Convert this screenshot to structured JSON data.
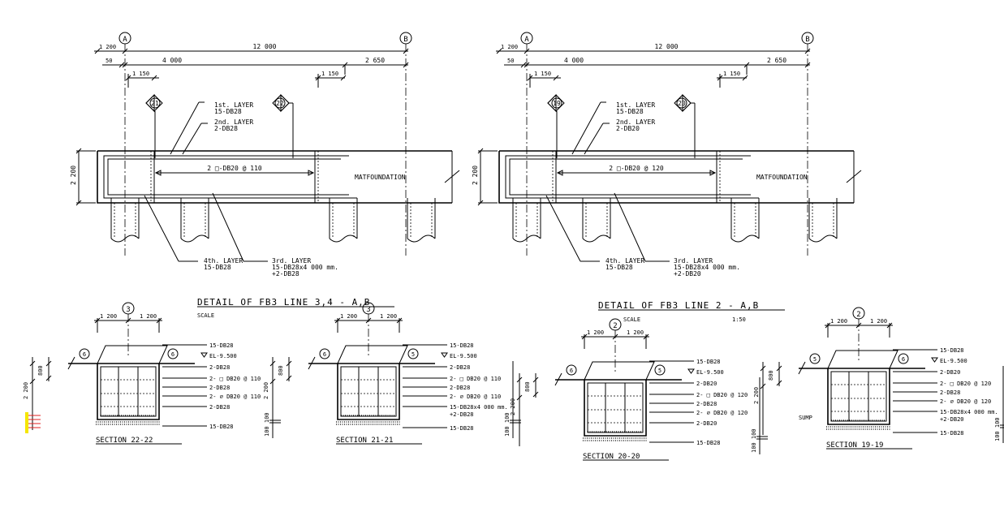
{
  "elevations": [
    {
      "grid_a": "A",
      "grid_b": "B",
      "dim_total": "12 000",
      "dim_left_overhang": "1 200",
      "dim_50": "50",
      "dim_4000": "4 000",
      "dim_2650": "2 650",
      "dim_1150_left": "1 150",
      "dim_1150_right": "1 150",
      "dim_height": "2 200",
      "marker_left": "21",
      "marker_right": "22",
      "layer1": "1st. LAYER",
      "layer1_bar": "15-DB28",
      "layer2": "2nd. LAYER",
      "layer2_bar": "2-DB28",
      "stirrup": "2 □-DB20 @ 110",
      "mat": "MATFOUNDATION",
      "layer4": "4th. LAYER",
      "layer4_bar": "15-DB28",
      "layer3": "3rd. LAYER",
      "layer3_bar": "15-DB28x4 000 mm.",
      "layer3_extra": "+2-DB28",
      "title": "DETAIL  OF  FB3  LINE  3,4 - A,B",
      "scale": "SCALE"
    },
    {
      "grid_a": "A",
      "grid_b": "B",
      "dim_total": "12 000",
      "dim_left_overhang": "1 200",
      "dim_50": "50",
      "dim_4000": "4 000",
      "dim_2650": "2 650",
      "dim_1150_left": "1 150",
      "dim_1150_right": "1 150",
      "dim_height": "2 200",
      "marker_left": "19",
      "marker_right": "20",
      "layer1": "1st. LAYER",
      "layer1_bar": "15-DB28",
      "layer2": "2nd. LAYER",
      "layer2_bar": "2-DB20",
      "stirrup": "2 □-DB20 @ 120",
      "mat": "MATFOUNDATION",
      "layer4": "4th. LAYER",
      "layer4_bar": "15-DB28",
      "layer3": "3rd. LAYER",
      "layer3_bar": "15-DB28x4 000 mm.",
      "layer3_extra": "+2-DB20",
      "title": "DETAIL  OF  FB3  LINE  2 - A,B",
      "scale": "SCALE",
      "scale_value": "1:50"
    }
  ],
  "sections": [
    {
      "title": "SECTION      22-22",
      "grid": "3",
      "dim_l": "1 200",
      "dim_r": "1 200",
      "left_dim_outer": "2 200",
      "left_dim_inner": "800",
      "bottom_dim": "100 100",
      "grid_l": "6",
      "grid_r": "6",
      "labels": [
        "15-DB28",
        "EL-9.500",
        "2-DB28",
        "2- □ DB20 @ 110",
        "2-DB28",
        "2- ∅ DB20 @ 110",
        "2-DB28",
        "15-DB28"
      ]
    },
    {
      "title": "SECTION      21-21",
      "grid": "3",
      "dim_l": "1 200",
      "dim_r": "1 200",
      "left_dim_outer": "2 200",
      "left_dim_inner": "800",
      "bottom_dim": "100 100",
      "grid_l": "6",
      "grid_r": "5",
      "labels": [
        "15-DB28",
        "EL-9.500",
        "2-DB28",
        "2- □ DB20 @ 110",
        "2-DB28",
        "2- ∅ DB20 @ 110",
        "15-DB28x4 000 mm.",
        "+2-DB28",
        "15-DB28"
      ]
    },
    {
      "title": "SECTION      20-20",
      "grid": "2",
      "dim_l": "1 200",
      "dim_r": "1 200",
      "left_dim_outer": "2 200",
      "left_dim_inner": "800",
      "bottom_dim": "100 100",
      "grid_l": "6",
      "grid_r": "5",
      "labels": [
        "15-DB28",
        "EL-9.500",
        "2-DB20",
        "2- □ DB20 @ 120",
        "2-DB28",
        "2- ∅ DB20 @ 120",
        "2-DB20",
        "15-DB28"
      ]
    },
    {
      "title": "SECTION      19-19",
      "grid": "2",
      "dim_l": "1 200",
      "dim_r": "1 200",
      "left_dim_outer": "2 200",
      "left_dim_inner": "800",
      "bottom_dim": "100 100",
      "grid_l": "5",
      "grid_r": "6",
      "sump": "SUMP",
      "labels": [
        "15-DB28",
        "EL-9.500",
        "2-DB20",
        "2- □ DB20 @ 120",
        "2-DB28",
        "2- ∅ DB20 @ 120",
        "15-DB28x4 000 mm.",
        "+2-DB20",
        "15-DB28"
      ]
    }
  ]
}
